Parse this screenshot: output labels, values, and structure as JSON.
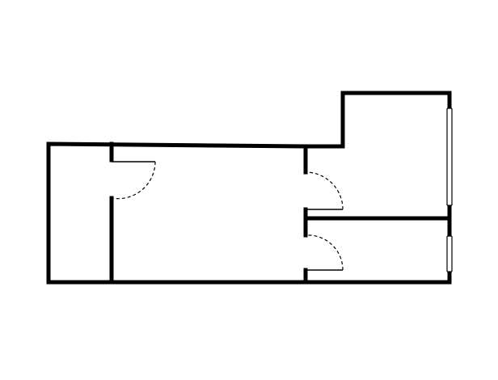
{
  "plan": {
    "rooms": [
      {
        "id": "left-narrow-room"
      },
      {
        "id": "central-room"
      },
      {
        "id": "upper-right-room"
      },
      {
        "id": "lower-right-room"
      }
    ],
    "doors": [
      {
        "id": "door-central-room",
        "type": "swing"
      },
      {
        "id": "door-upper-right-room",
        "type": "swing"
      },
      {
        "id": "door-lower-right-room",
        "type": "swing"
      }
    ],
    "windows": [
      {
        "id": "window-upper-right"
      },
      {
        "id": "window-lower-right"
      }
    ],
    "colors": {
      "wall": "#000000",
      "background": "#ffffff"
    }
  }
}
